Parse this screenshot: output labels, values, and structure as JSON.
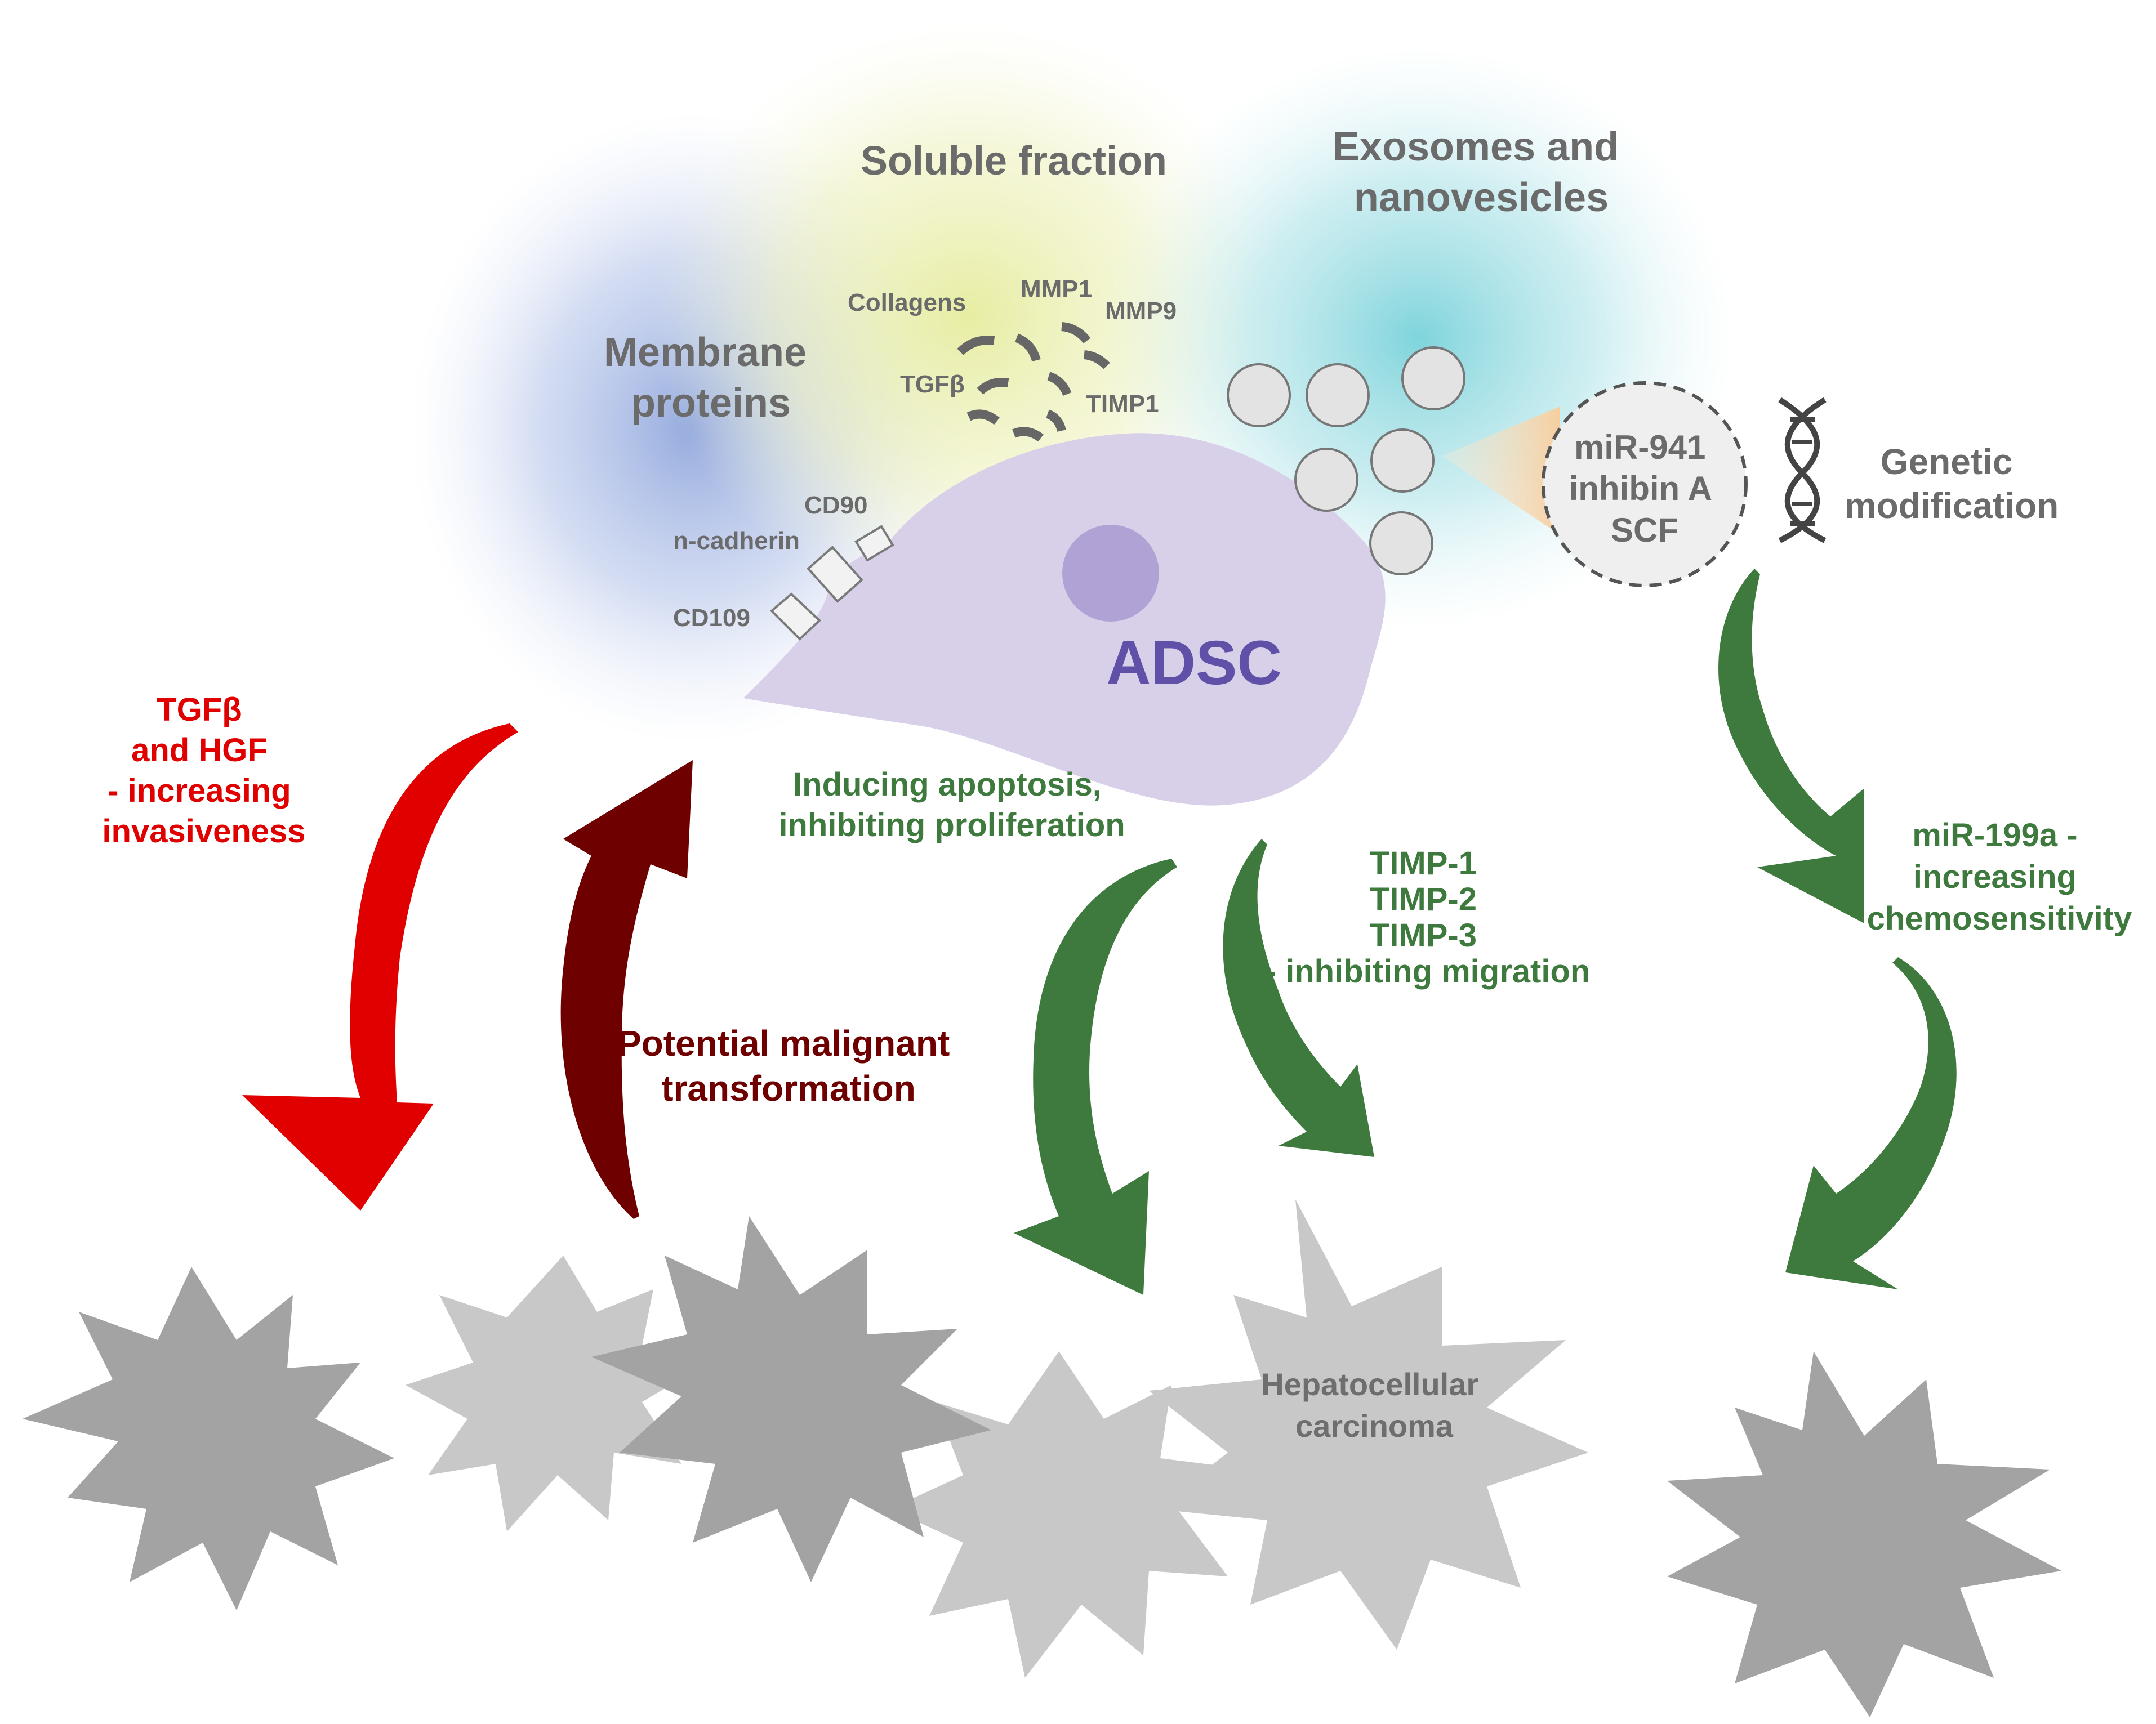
{
  "fractions": {
    "membrane": [
      "Membrane",
      "proteins"
    ],
    "soluble": "Soluble fraction",
    "exosomes": [
      "Exosomes and",
      "nanovesicles"
    ]
  },
  "molecules": {
    "collagens": "Collagens",
    "mmp1": "MMP1",
    "mmp9": "MMP9",
    "tgfb": "TGFβ",
    "timp1": "TIMP1"
  },
  "markers": {
    "cd90": "CD90",
    "ncadherin": "n-cadherin",
    "cd109": "CD109"
  },
  "cell": {
    "label": "ADSC"
  },
  "mirna_circle": [
    "miR-941",
    "inhibin A",
    "SCF"
  ],
  "genetic": [
    "Genetic",
    "modification"
  ],
  "effects": {
    "tgfb_hgf": [
      "TGFβ",
      "and HGF",
      "- increasing",
      "invasiveness"
    ],
    "malignant": [
      "Potential malignant",
      "transformation"
    ],
    "apoptosis": [
      "Inducing apoptosis,",
      "inhibiting proliferation"
    ],
    "timp": [
      "TIMP-1",
      "TIMP-2",
      "TIMP-3",
      "- inhibiting migration"
    ],
    "mir199a": [
      "miR-199a -",
      "increasing",
      "chemosensitivity"
    ]
  },
  "tumor": {
    "label": [
      "Hepatocellular",
      "carcinoma"
    ]
  },
  "colors": {
    "red_effect": "#e00000",
    "malignant": "#6e0000",
    "green_effect": "#3e7a3e",
    "cell": "#d8cfe8",
    "nucleus": "#b0a2d4",
    "tumor_dark": "#a3a3a3",
    "tumor_light": "#c8c8c8"
  },
  "icons": [
    "dna-icon",
    "vesicle-icon",
    "star-tumor-icon"
  ]
}
